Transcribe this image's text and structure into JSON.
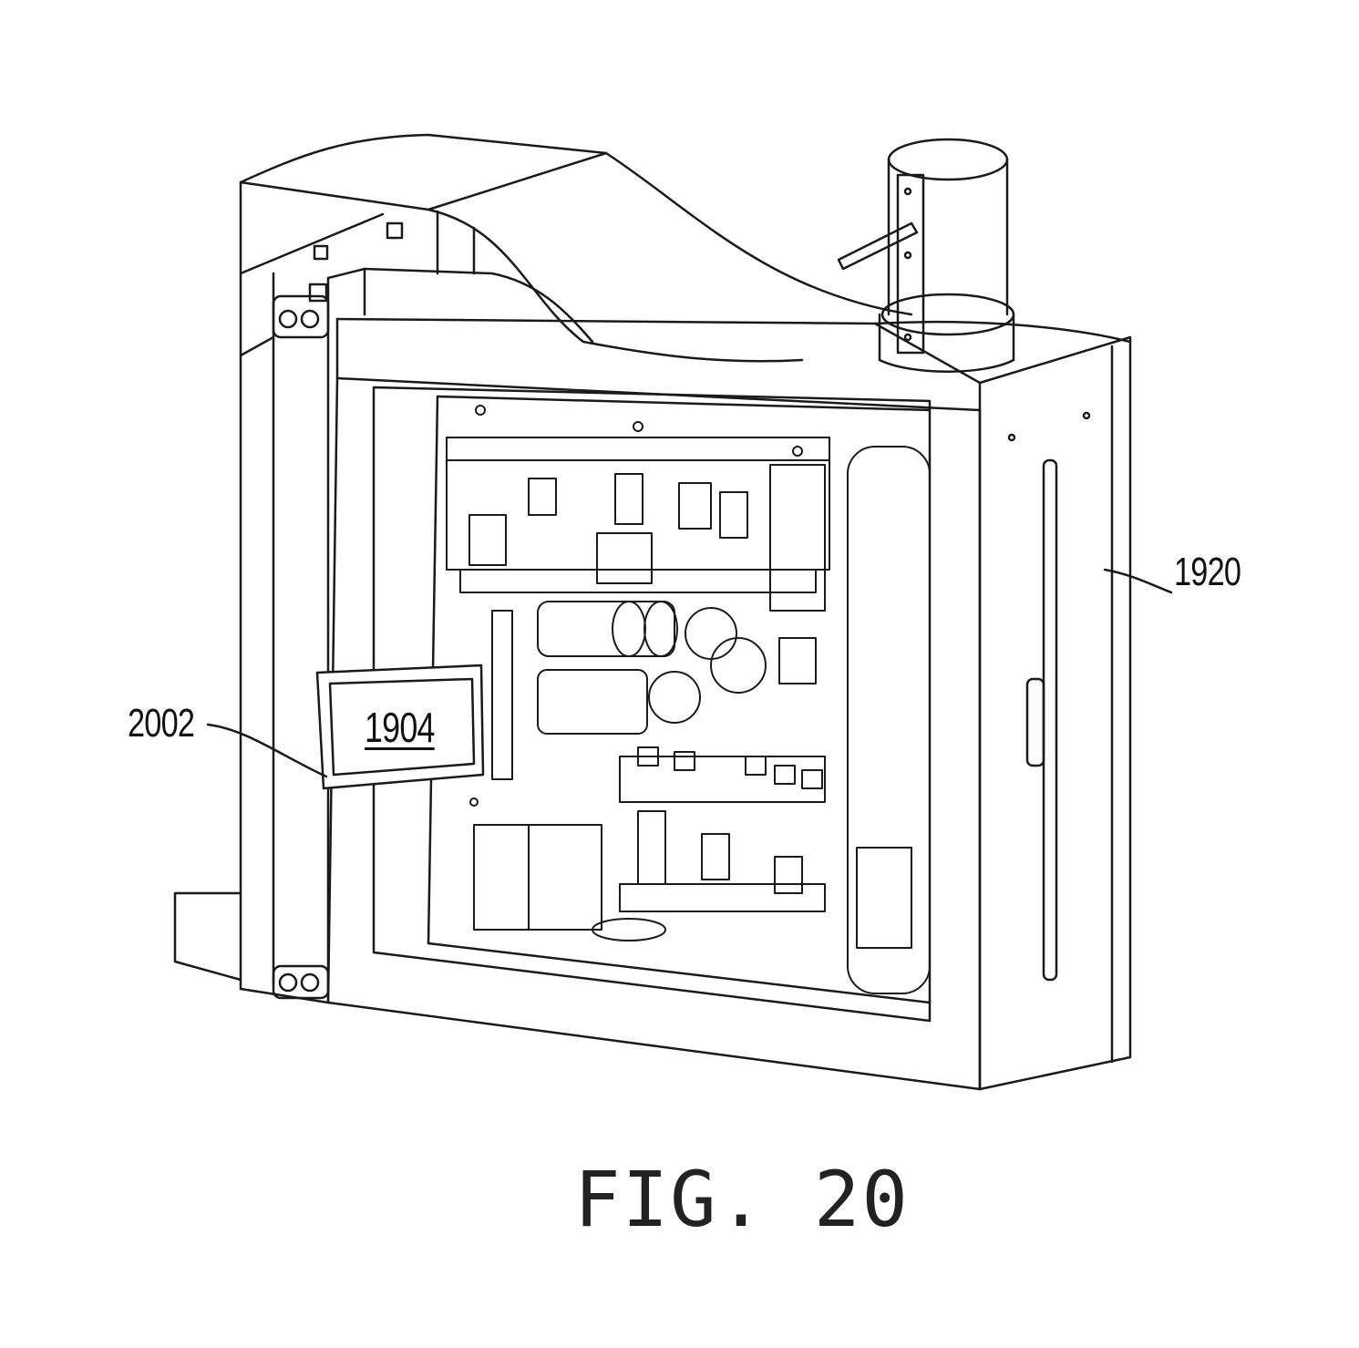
{
  "figure": {
    "caption": "FIG. 20"
  },
  "labels": {
    "enclosure": "1920",
    "mount": "2002",
    "display": "1904"
  },
  "colors": {
    "line": "#1a1a1a",
    "background": "#ffffff",
    "panel_fill": "#ffffff"
  }
}
